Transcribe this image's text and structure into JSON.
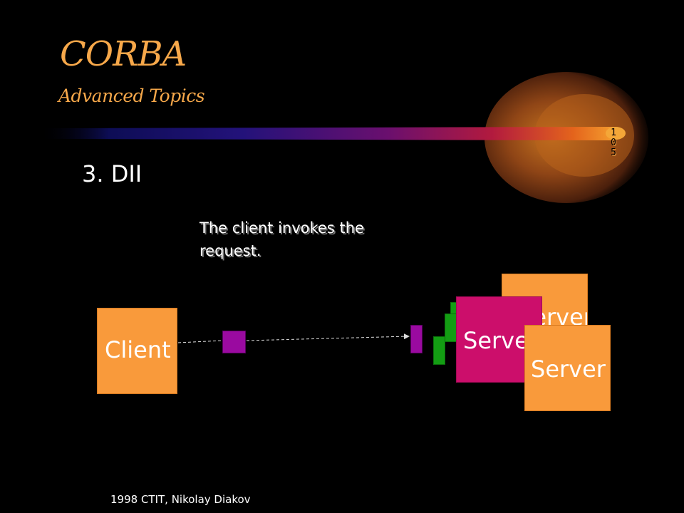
{
  "slide": {
    "title": "CORBA",
    "subtitle": "Advanced Topics",
    "page_number": [
      "1",
      "0",
      "5"
    ],
    "heading": "3. DII",
    "caption": "The client invokes the request.",
    "footer": "1998 CTIT, Nikolay Diakov"
  },
  "diagram": {
    "client_label": "Client",
    "server_labels": [
      "Server",
      "Server",
      "Server"
    ]
  },
  "colors": {
    "title": "#f7a84a",
    "node_orange": "#f99a3b",
    "node_magenta": "#cc0e6b",
    "request_purple": "#9a0aa0",
    "stub_green": "#139d13"
  }
}
